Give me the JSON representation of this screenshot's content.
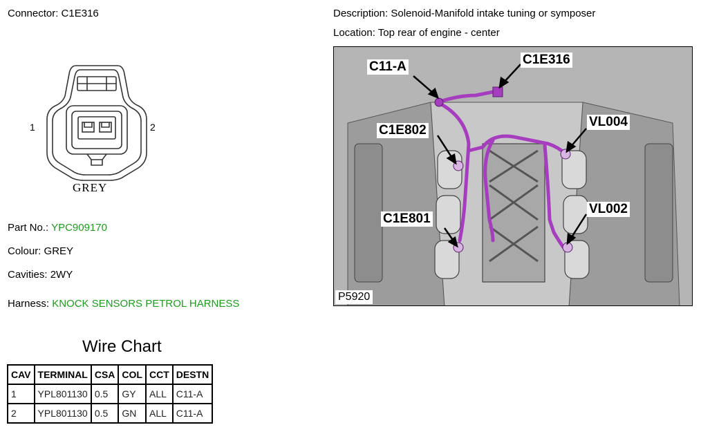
{
  "connector": {
    "label": "Connector:",
    "id": "C1E316",
    "cavity_left": "1",
    "cavity_right": "2",
    "colour_caption": "GREY"
  },
  "details": {
    "part_no_label": "Part No.:",
    "part_no": "YPC909170",
    "colour_label": "Colour:",
    "colour": "GREY",
    "cavities_label": "Cavities:",
    "cavities": "2WY",
    "harness_label": "Harness:",
    "harness": "KNOCK SENSORS PETROL HARNESS"
  },
  "description": {
    "description_label": "Description:",
    "description": "Solenoid-Manifold intake tuning or symposer",
    "location_label": "Location:",
    "location": "Top rear of engine - center"
  },
  "figure": {
    "callouts": {
      "c11a": "C11-A",
      "c1e316": "C1E316",
      "c1e802": "C1E802",
      "vl004": "VL004",
      "c1e801": "C1E801",
      "vl002": "VL002"
    },
    "figure_id": "P5920"
  },
  "wire_chart": {
    "title": "Wire Chart",
    "columns": [
      "CAV",
      "TERMINAL",
      "CSA",
      "COL",
      "CCT",
      "DESTN"
    ],
    "rows": [
      [
        "1",
        "YPL801130",
        "0.5",
        "GY",
        "ALL",
        "C11-A"
      ],
      [
        "2",
        "YPL801130",
        "0.5",
        "GN",
        "ALL",
        "C11-A"
      ]
    ]
  },
  "colors": {
    "link_green": "#1f9a1f",
    "harness_purple": "#a63dbf"
  }
}
